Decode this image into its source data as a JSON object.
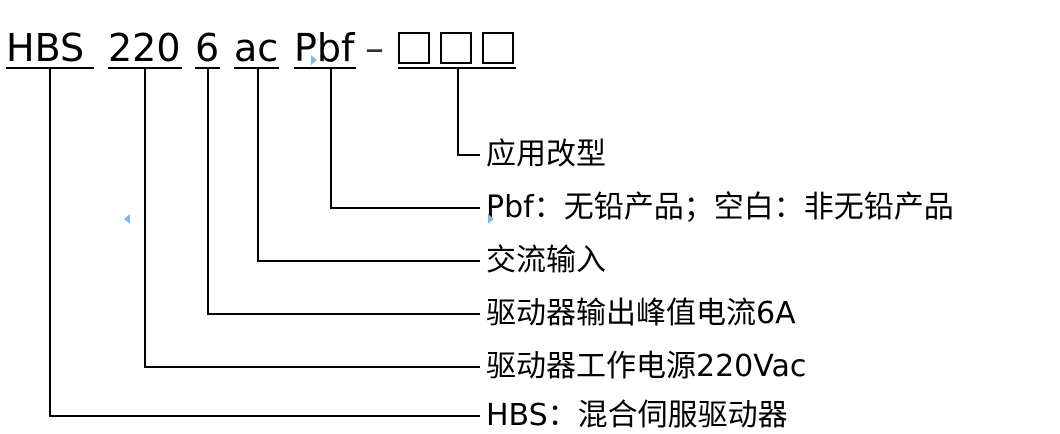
{
  "code": {
    "series": "HBS",
    "voltage": "220",
    "current": "6",
    "input": "ac",
    "lead_free": "Pbf",
    "separator": "–"
  },
  "descriptions": {
    "modification": "应用改型",
    "pbf": "Pbf：无铅产品；空白：非无铅产品",
    "ac": "交流输入",
    "current": "驱动器输出峰值电流6A",
    "voltage": "驱动器工作电源220Vac",
    "series": "HBS：混合伺服驱动器"
  },
  "colors": {
    "text": "#000000",
    "line": "#000000",
    "marker": "#7fb8ee"
  }
}
